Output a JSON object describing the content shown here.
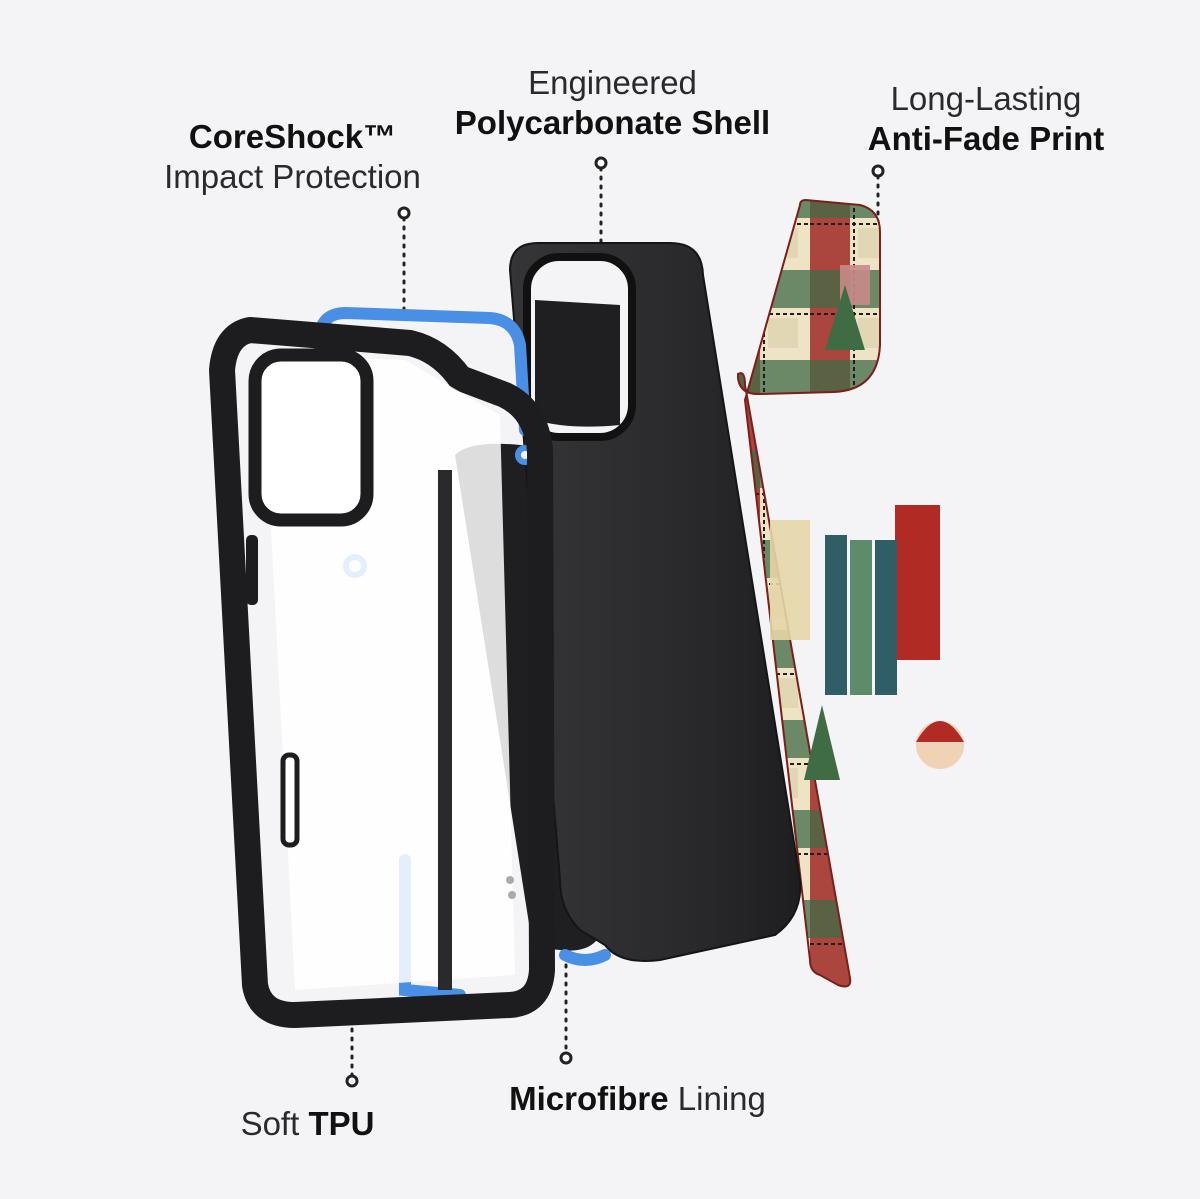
{
  "labels": {
    "coreshock": {
      "bold": "CoreShock™",
      "light": "Impact Protection"
    },
    "shell": {
      "light": "Engineered",
      "bold": "Polycarbonate Shell"
    },
    "print": {
      "light": "Long-Lasting",
      "bold": "Anti-Fade Print"
    },
    "tpu": {
      "light": "Soft ",
      "bold": "TPU"
    },
    "lining": {
      "bold": "Microfibre",
      "light": " Lining"
    }
  },
  "colors": {
    "background": "#f4f4f6",
    "tpu_frame": "#1d1d1f",
    "coreshock_blue": "#4a8fe6",
    "shell": "#2b2b2d",
    "lining": "#1f1f21",
    "print_red": "#9e2a24",
    "print_green": "#3f6b45",
    "print_cream": "#efe3c6"
  },
  "icons": {
    "callout_dot": "circle-marker",
    "callout_line": "dotted-line"
  }
}
